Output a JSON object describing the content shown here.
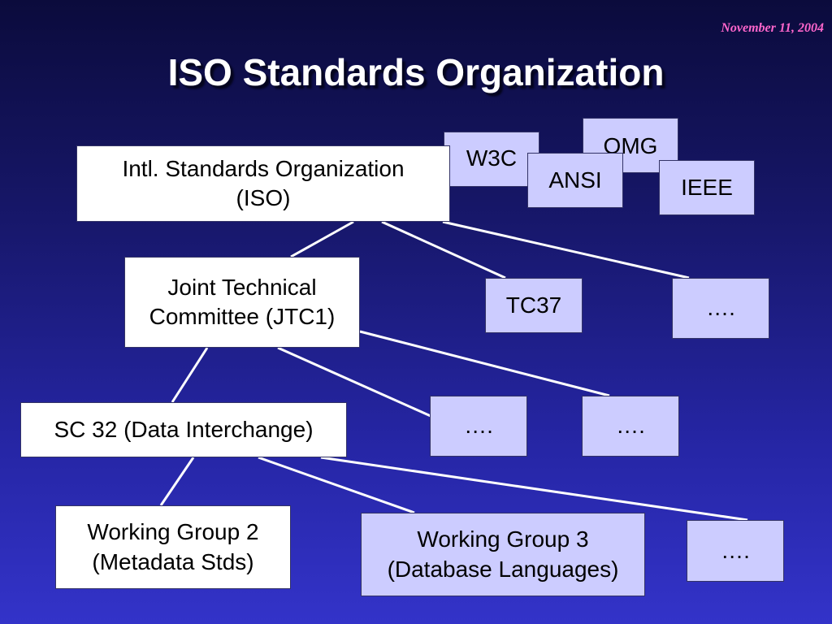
{
  "header": {
    "date": "November 11, 2004",
    "title": "ISO Standards Organization"
  },
  "orgs": {
    "omg": "OMG",
    "w3c": "W3C",
    "ansi": "ANSI",
    "ieee": "IEEE"
  },
  "nodes": {
    "iso": {
      "line1": "Intl. Standards Organization",
      "line2": "(ISO)"
    },
    "jtc1": {
      "line1": "Joint Technical",
      "line2": "Committee (JTC1)"
    },
    "tc37": "TC37",
    "iso_other": "….",
    "jtc_other_1": "….",
    "jtc_other_2": "….",
    "sc32": "SC 32 (Data Interchange)",
    "wg2": {
      "line1": "Working Group 2",
      "line2": "(Metadata Stds)"
    },
    "wg3": {
      "line1": "Working Group 3",
      "line2": "(Database Languages)"
    },
    "sc32_other": "…."
  },
  "colors": {
    "white_box": "#ffffff",
    "lavender_box": "#ccccff",
    "date": "#ff66cc",
    "title": "#ffffff",
    "connector": "#ffffff"
  }
}
